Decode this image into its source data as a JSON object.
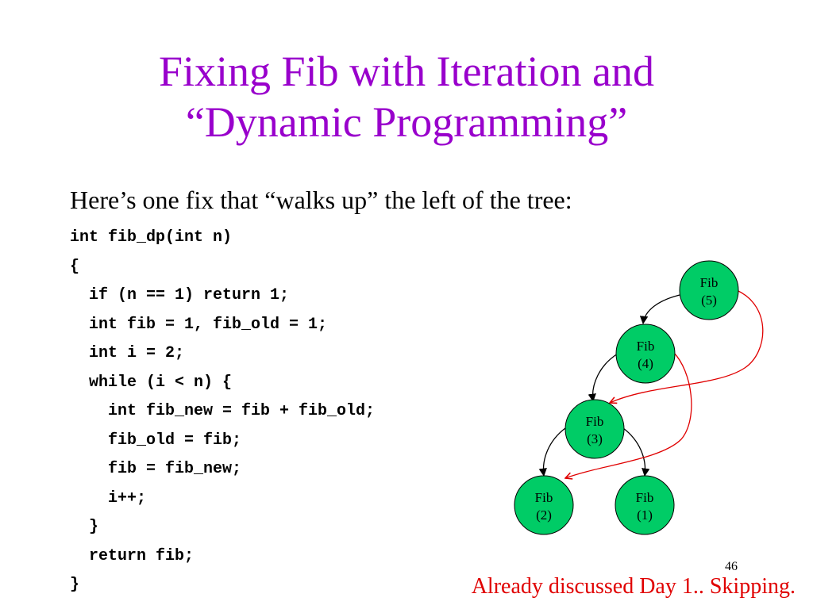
{
  "slide": {
    "title_line1": "Fixing Fib with Iteration and",
    "title_line2": "“Dynamic Programming”",
    "intro": "Here’s one fix that “walks up” the left of the tree:",
    "code_lines": [
      "int fib_dp(int n)",
      "{",
      "  if (n == 1) return 1;",
      "  int fib = 1, fib_old = 1;",
      "  int i = 2;",
      "  while (i < n) {",
      "    int fib_new = fib + fib_old;",
      "    fib_old = fib;",
      "    fib = fib_new;",
      "    i++;",
      "  }",
      "  return fib;",
      "}"
    ],
    "slide_number": "46",
    "footnote": "Already discussed Day 1.. Skipping."
  },
  "tree": {
    "node_label": "Fib",
    "nodes": [
      {
        "id": "fib5",
        "arg": "(5)"
      },
      {
        "id": "fib4",
        "arg": "(4)"
      },
      {
        "id": "fib3",
        "arg": "(3)"
      },
      {
        "id": "fib2",
        "arg": "(2)"
      },
      {
        "id": "fib1",
        "arg": "(1)"
      }
    ],
    "colors": {
      "node_fill": "#00cc66",
      "call_edge": "#000000",
      "dp_path": "#e00000",
      "title": "#9900cc"
    }
  }
}
